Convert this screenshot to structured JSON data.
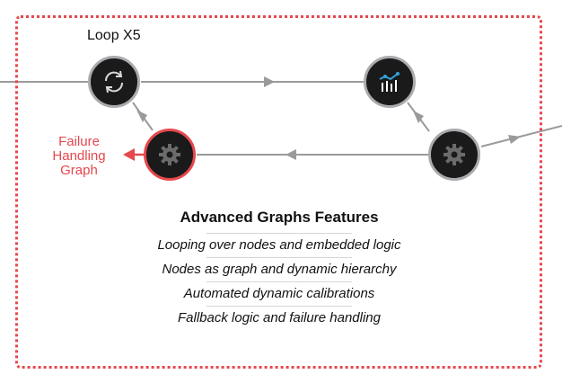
{
  "loop_label": "Loop X5",
  "failure_label": [
    "Failure",
    "Handling",
    "Graph"
  ],
  "features": {
    "title": "Advanced Graphs Features",
    "items": [
      "Looping over nodes and embedded logic",
      "Nodes as graph and dynamic hierarchy",
      "Automated dynamic calibrations",
      "Fallback logic and failure handling"
    ]
  },
  "nodes": [
    {
      "id": "loop-node",
      "icon": "refresh-icon"
    },
    {
      "id": "chart-node",
      "icon": "chart-icon"
    },
    {
      "id": "gear-node-right",
      "icon": "gear-icon"
    },
    {
      "id": "failure-gear-node",
      "icon": "gear-icon"
    }
  ],
  "colors": {
    "frame": "#e5484d",
    "node_fill": "#1a1a1a",
    "node_border": "#a9abae",
    "failure": "#e5484d",
    "wire": "#9a9a9a",
    "chart_accent": "#33a3dc"
  }
}
